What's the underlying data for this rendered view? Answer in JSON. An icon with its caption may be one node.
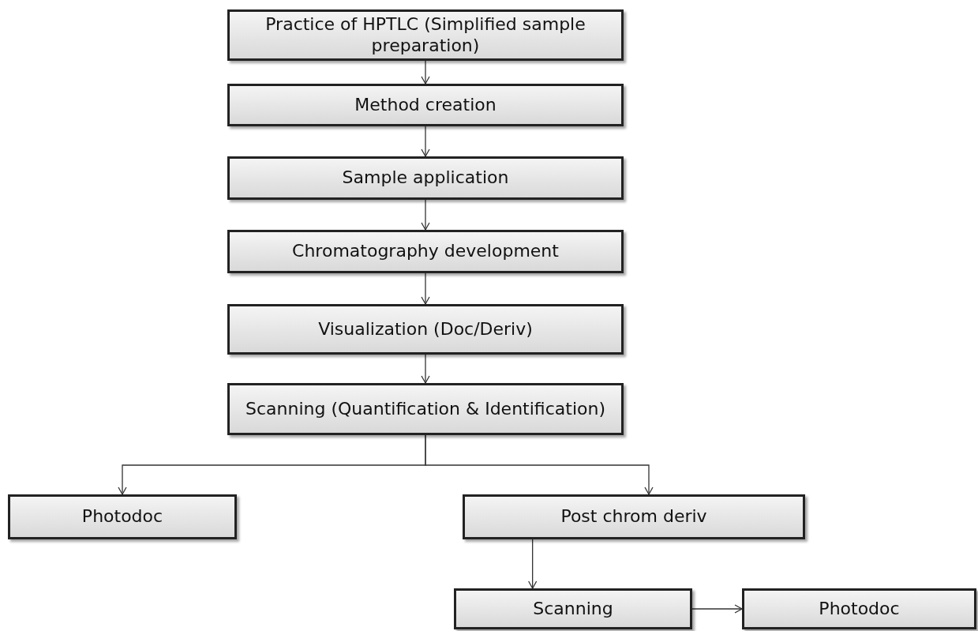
{
  "diagram": {
    "nodes": [
      {
        "text": [
          "Practice of HPTLC (Simplified sample preparation)"
        ]
      },
      {
        "text": [
          "Method creation"
        ]
      },
      {
        "text": [
          "Sample application"
        ]
      },
      {
        "text": [
          "Chromatography development"
        ]
      },
      {
        "text": [
          "Visualization (Doc/Deriv)"
        ]
      },
      {
        "text": [
          "Scanning (Quantification & Identification)"
        ]
      },
      {
        "text": [
          "Photodoc"
        ]
      },
      {
        "text": [
          "Post chrom deriv"
        ]
      },
      {
        "text": [
          "Scanning"
        ]
      },
      {
        "text": [
          "Photodoc"
        ]
      }
    ],
    "edges": [
      {
        "from": 0,
        "to": 1,
        "arrow": "to"
      },
      {
        "from": 1,
        "to": 2,
        "arrow": "to"
      },
      {
        "from": 2,
        "to": 3,
        "arrow": "to"
      },
      {
        "from": 3,
        "to": 4,
        "arrow": "to"
      },
      {
        "from": 4,
        "to": 5,
        "arrow": "to"
      },
      {
        "from": 5,
        "to": 6,
        "arrow": "to"
      },
      {
        "from": 5,
        "to": 7,
        "arrow": "to"
      },
      {
        "from": 7,
        "to": 8,
        "arrow": "to"
      },
      {
        "from": 8,
        "to": 9,
        "arrow": "to"
      }
    ]
  }
}
